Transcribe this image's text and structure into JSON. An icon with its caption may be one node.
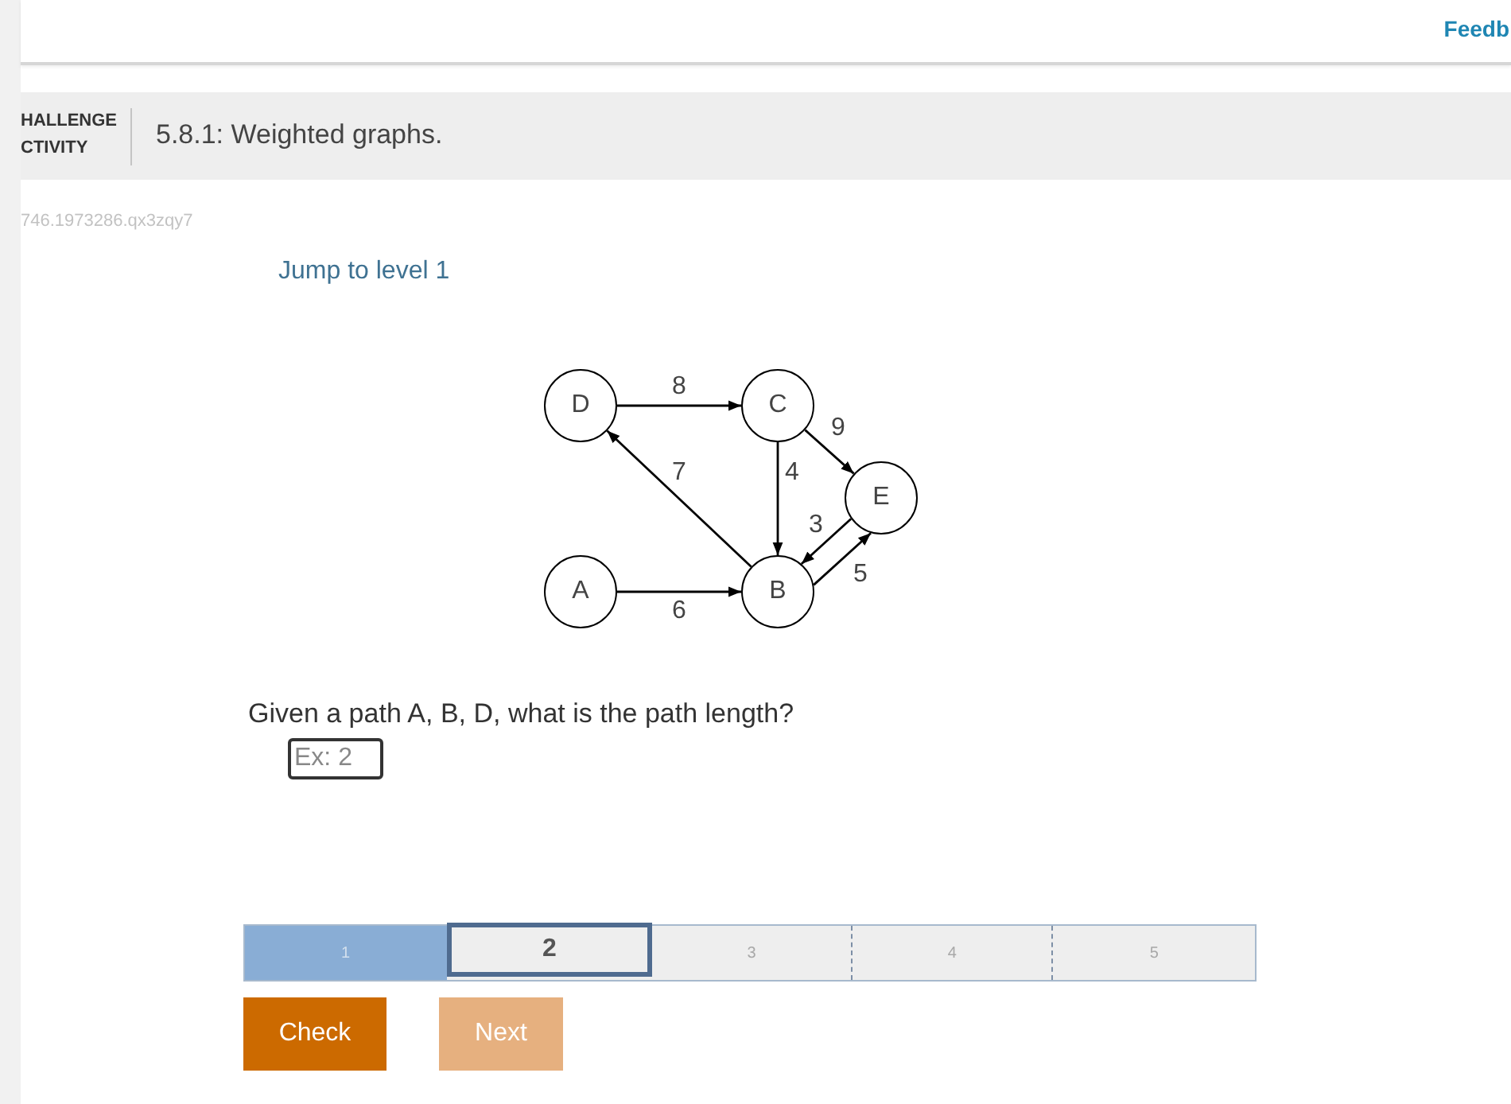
{
  "diagram": {
    "title": "5.8.1: Weighted graphs.",
    "nodes": [
      {
        "text": [
          "D"
        ]
      },
      {
        "text": [
          "C"
        ]
      },
      {
        "text": [
          "E"
        ]
      },
      {
        "text": [
          "A"
        ]
      },
      {
        "text": [
          "B"
        ]
      }
    ],
    "edges": [
      {
        "from": 0,
        "to": 1,
        "arrow": "to",
        "label": "8"
      },
      {
        "from": 4,
        "to": 0,
        "arrow": "to",
        "label": "7"
      },
      {
        "from": 1,
        "to": 4,
        "arrow": "to",
        "label": "4"
      },
      {
        "from": 1,
        "to": 2,
        "arrow": "to",
        "label": "9"
      },
      {
        "from": 2,
        "to": 4,
        "arrow": "to",
        "label": "3"
      },
      {
        "from": 4,
        "to": 2,
        "arrow": "to",
        "label": "5"
      },
      {
        "from": 3,
        "to": 4,
        "arrow": "to",
        "label": "6"
      }
    ],
    "labels": [
      "Feedb",
      "HALLENGE",
      "CTIVITY",
      "746.1973286.qx3zqy7",
      "Jump to level 1",
      "Given a path A, B, D, what is the path length?",
      "Ex: 2",
      "1",
      "2",
      "3",
      "4",
      "5",
      "Check",
      "Next"
    ]
  }
}
